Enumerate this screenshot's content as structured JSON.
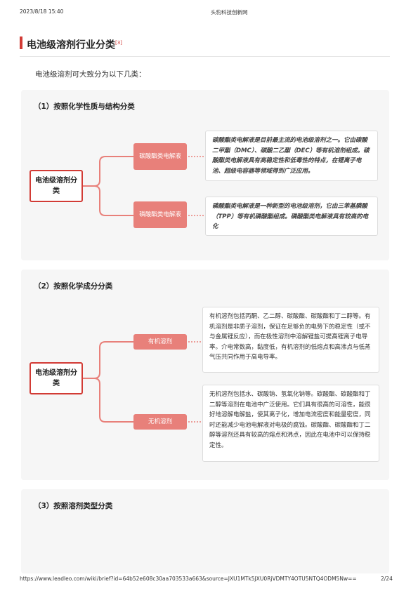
{
  "print_header": {
    "date": "2023/8/18 15:40",
    "site": "头豹科技创新网"
  },
  "title": {
    "text": "电池级溶剂行业分类",
    "ref": "[3]"
  },
  "intro": "电池级溶剂可大致分为以下几类：",
  "sections": [
    {
      "title": "（1）按照化学性质与结构分类",
      "root": "电池级溶剂分类",
      "branches": [
        {
          "label": "碳酸酯类电解液",
          "desc": "碳酸酯类电解液是目前最主流的电池级溶剂之一。它由碳酸二甲酯（DMC）、碳酸二乙酯（DEC）等有机溶剂组成。碳酸酯类电解液具有高稳定性和低毒性的特点，在锂离子电池、超级电容器等领域得到广泛应用。"
        },
        {
          "label": "磷酸酯类电解液",
          "desc": "磷酸酯类电解液是一种新型的电池级溶剂，它由三苯基膦酸（TPP）等有机磷酸酯组成。磷酸酯类电解液具有较高的电化"
        }
      ]
    },
    {
      "title": "（2）按照化学成分分类",
      "root": "电池级溶剂分类",
      "branches": [
        {
          "label": "有机溶剂",
          "desc": "有机溶剂包括丙酮、乙二醇、碳酸酯、碳酸酯和丁二醇等。有机溶剂是非质子溶剂，保证在足够负的电势下的稳定性（或不与金属锂反应），而在极性溶剂中溶解锂盐可提高锂离子电导率。介电常数高，黏度低，有机溶剂的低熔点和高沸点与低蒸气压共同作用于高电导率。"
        },
        {
          "label": "无机溶剂",
          "desc": "无机溶剂包括水、碳酸钠、氢氧化钠等。碳酸酯、碳酸酯和丁二醇等溶剂在电池中广泛使用。它们具有很高的可溶性，能很好地溶解电解盐，使其离子化，增加电流密度和能量密度，同时还能减少电池电解液对电极的腐蚀。碳酸酯、碳酸酯和丁二醇等溶剂还具有较高的熔点和沸点，因此在电池中可以保持稳定性。"
        }
      ]
    },
    {
      "title": "（3）按照溶剂类型分类"
    }
  ],
  "print_footer": {
    "url": "https://www.leadleo.com/wiki/brief?id=64b52e608c30aa703533a663&source=JXU1MTk5JXU0RjVDMTY4OTU5NTQ4ODM5Nw==",
    "page": "2/24"
  }
}
